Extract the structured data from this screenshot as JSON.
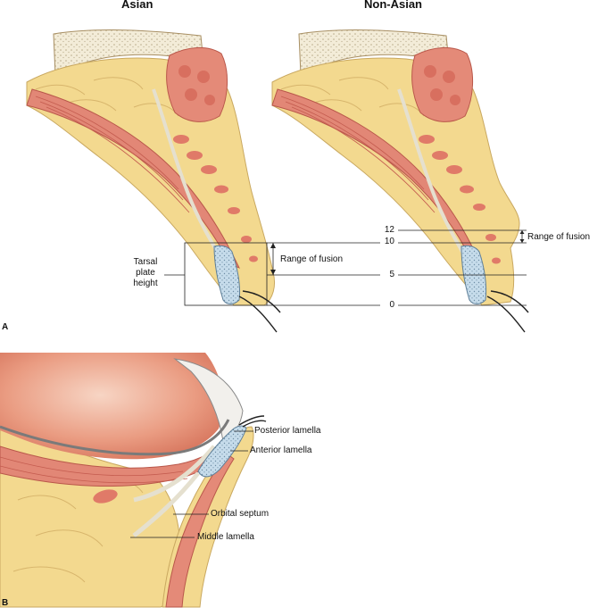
{
  "panel_a": {
    "letter": "A",
    "headers": {
      "left": "Asian",
      "right": "Non-Asian"
    },
    "tarsal_lines": [
      "Tarsal",
      "plate",
      "height"
    ],
    "range_left": "Range of fusion",
    "range_right": "Range of fusion",
    "scale": [
      "12",
      "10",
      "5",
      "0"
    ]
  },
  "panel_b": {
    "letter": "B",
    "labels": {
      "posterior": "Posterior lamella",
      "anterior": "Anterior lamella",
      "septum": "Orbital septum",
      "middle": "Middle lamella"
    }
  },
  "colors": {
    "fat": "#f3d98f",
    "fat_light": "#f8e7b3",
    "muscle": "#e48a78",
    "muscle_dark": "#c95f52",
    "bone": "#f3ecd8",
    "tarsus": "#bcd6e6",
    "skin": "#f0c9a0"
  }
}
